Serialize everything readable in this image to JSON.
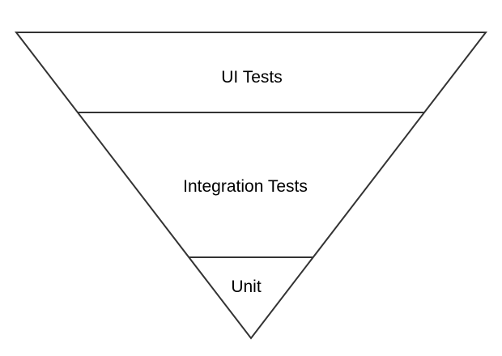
{
  "diagram": {
    "type": "inverted-pyramid",
    "layers": [
      {
        "label": "UI Tests"
      },
      {
        "label": "Integration Tests"
      },
      {
        "label": "Unit"
      }
    ],
    "colors": {
      "stroke": "#333333",
      "fill": "#ffffff",
      "text": "#000000"
    }
  }
}
